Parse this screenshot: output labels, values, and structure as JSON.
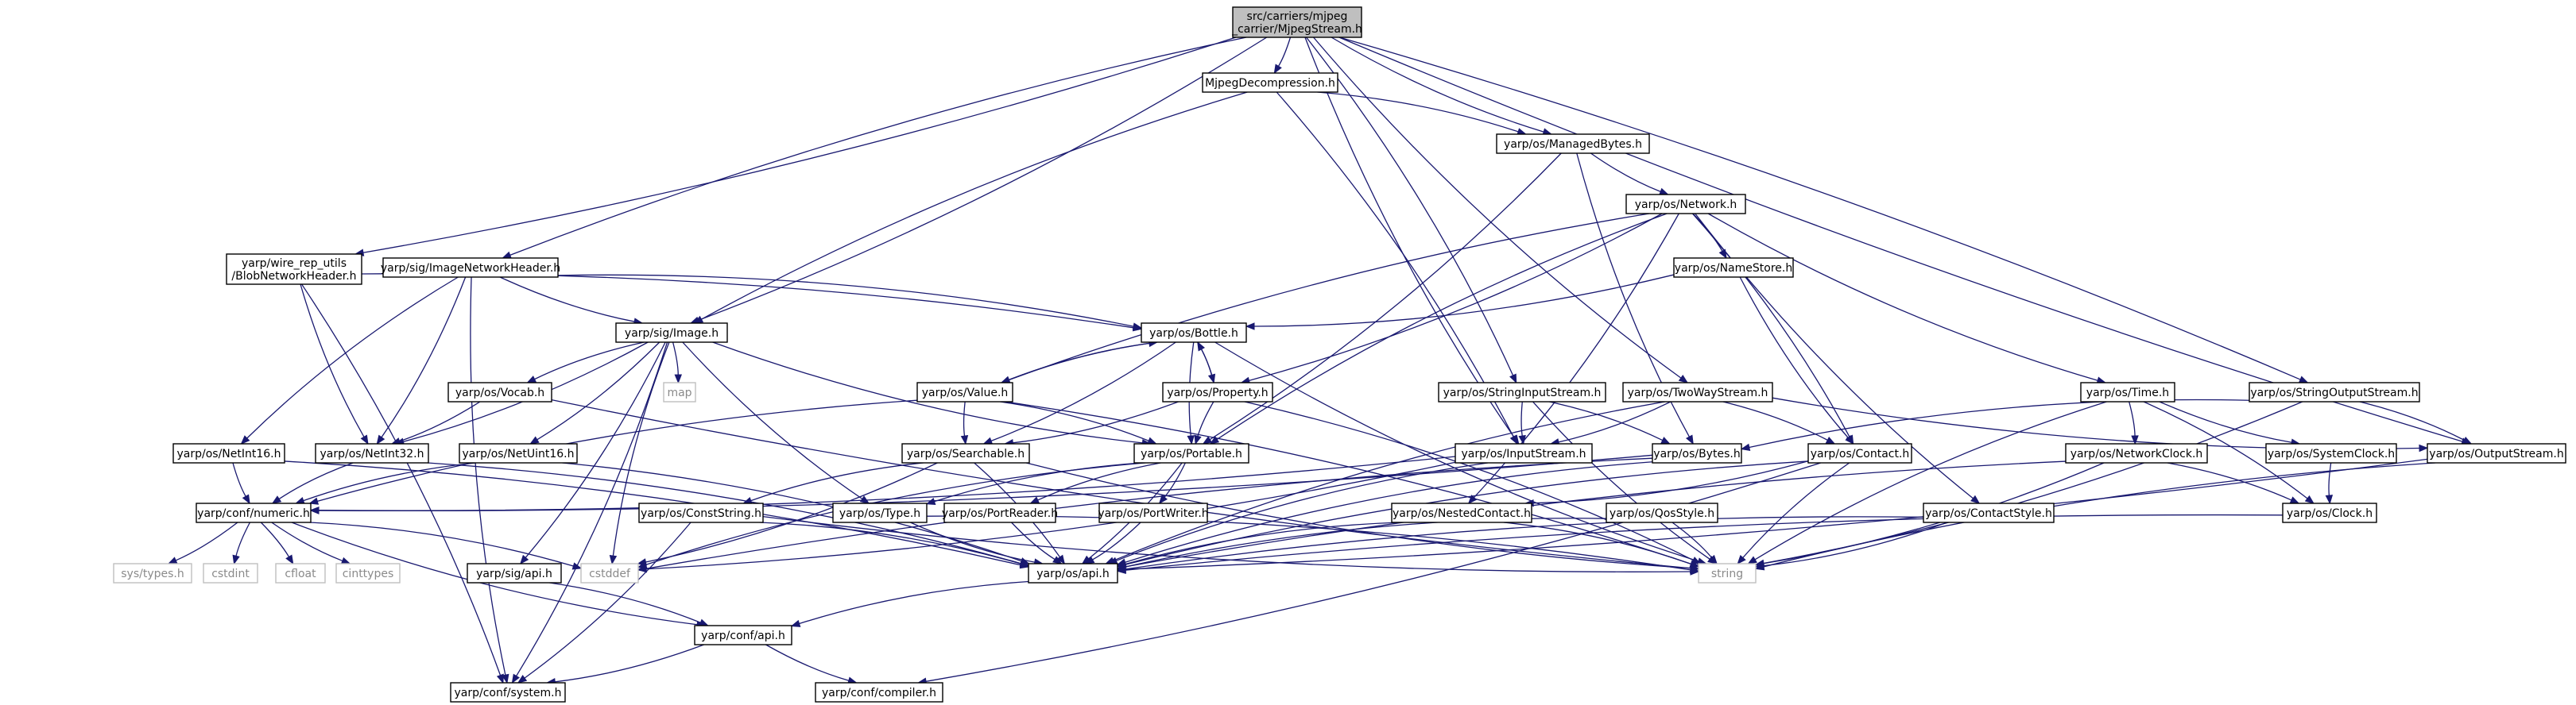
{
  "colors": {
    "edge": "#191970",
    "root_fill": "#bfbfbf",
    "node_border": "#000000",
    "missing_border": "#bfbfbf",
    "missing_text": "#8a8a8a"
  },
  "nodes": [
    {
      "id": "root",
      "label": [
        "src/carriers/mjpeg",
        "_carrier/MjpegStream.h"
      ],
      "kind": "root"
    },
    {
      "id": "mjpegdecomp",
      "label": [
        "MjpegDecompression.h"
      ],
      "kind": "file"
    },
    {
      "id": "managedbytes",
      "label": [
        "yarp/os/ManagedBytes.h"
      ],
      "kind": "file"
    },
    {
      "id": "network",
      "label": [
        "yarp/os/Network.h"
      ],
      "kind": "file"
    },
    {
      "id": "blobnet",
      "label": [
        "yarp/wire_rep_utils",
        "/BlobNetworkHeader.h"
      ],
      "kind": "file"
    },
    {
      "id": "imgnethdr",
      "label": [
        "yarp/sig/ImageNetworkHeader.h"
      ],
      "kind": "file"
    },
    {
      "id": "namestore",
      "label": [
        "yarp/os/NameStore.h"
      ],
      "kind": "file"
    },
    {
      "id": "image",
      "label": [
        "yarp/sig/Image.h"
      ],
      "kind": "file"
    },
    {
      "id": "bottle",
      "label": [
        "yarp/os/Bottle.h"
      ],
      "kind": "file"
    },
    {
      "id": "map",
      "label": [
        "map"
      ],
      "kind": "missing"
    },
    {
      "id": "vocab",
      "label": [
        "yarp/os/Vocab.h"
      ],
      "kind": "file"
    },
    {
      "id": "value",
      "label": [
        "yarp/os/Value.h"
      ],
      "kind": "file"
    },
    {
      "id": "property",
      "label": [
        "yarp/os/Property.h"
      ],
      "kind": "file"
    },
    {
      "id": "strinput",
      "label": [
        "yarp/os/StringInputStream.h"
      ],
      "kind": "file"
    },
    {
      "id": "twoway",
      "label": [
        "yarp/os/TwoWayStream.h"
      ],
      "kind": "file"
    },
    {
      "id": "time",
      "label": [
        "yarp/os/Time.h"
      ],
      "kind": "file"
    },
    {
      "id": "stroutput",
      "label": [
        "yarp/os/StringOutputStream.h"
      ],
      "kind": "file"
    },
    {
      "id": "netint16",
      "label": [
        "yarp/os/NetInt16.h"
      ],
      "kind": "file"
    },
    {
      "id": "netint32",
      "label": [
        "yarp/os/NetInt32.h"
      ],
      "kind": "file"
    },
    {
      "id": "netuint16",
      "label": [
        "yarp/os/NetUint16.h"
      ],
      "kind": "file"
    },
    {
      "id": "searchable",
      "label": [
        "yarp/os/Searchable.h"
      ],
      "kind": "file"
    },
    {
      "id": "portable",
      "label": [
        "yarp/os/Portable.h"
      ],
      "kind": "file"
    },
    {
      "id": "inputstream",
      "label": [
        "yarp/os/InputStream.h"
      ],
      "kind": "file"
    },
    {
      "id": "bytes",
      "label": [
        "yarp/os/Bytes.h"
      ],
      "kind": "file"
    },
    {
      "id": "contact",
      "label": [
        "yarp/os/Contact.h"
      ],
      "kind": "file"
    },
    {
      "id": "networkclock",
      "label": [
        "yarp/os/NetworkClock.h"
      ],
      "kind": "file"
    },
    {
      "id": "systemclock",
      "label": [
        "yarp/os/SystemClock.h"
      ],
      "kind": "file"
    },
    {
      "id": "outputstream",
      "label": [
        "yarp/os/OutputStream.h"
      ],
      "kind": "file"
    },
    {
      "id": "numeric",
      "label": [
        "yarp/conf/numeric.h"
      ],
      "kind": "file"
    },
    {
      "id": "conststring",
      "label": [
        "yarp/os/ConstString.h"
      ],
      "kind": "file"
    },
    {
      "id": "type",
      "label": [
        "yarp/os/Type.h"
      ],
      "kind": "file"
    },
    {
      "id": "portreader",
      "label": [
        "yarp/os/PortReader.h"
      ],
      "kind": "file"
    },
    {
      "id": "portwriter",
      "label": [
        "yarp/os/PortWriter.h"
      ],
      "kind": "file"
    },
    {
      "id": "nestedcontact",
      "label": [
        "yarp/os/NestedContact.h"
      ],
      "kind": "file"
    },
    {
      "id": "qosstyle",
      "label": [
        "yarp/os/QosStyle.h"
      ],
      "kind": "file"
    },
    {
      "id": "contactstyle",
      "label": [
        "yarp/os/ContactStyle.h"
      ],
      "kind": "file"
    },
    {
      "id": "clock",
      "label": [
        "yarp/os/Clock.h"
      ],
      "kind": "file"
    },
    {
      "id": "systypes",
      "label": [
        "sys/types.h"
      ],
      "kind": "missing"
    },
    {
      "id": "cstdint",
      "label": [
        "cstdint"
      ],
      "kind": "missing"
    },
    {
      "id": "cfloat",
      "label": [
        "cfloat"
      ],
      "kind": "missing"
    },
    {
      "id": "cinttypes",
      "label": [
        "cinttypes"
      ],
      "kind": "missing"
    },
    {
      "id": "sigapi",
      "label": [
        "yarp/sig/api.h"
      ],
      "kind": "file"
    },
    {
      "id": "cstddef",
      "label": [
        "cstddef"
      ],
      "kind": "missing"
    },
    {
      "id": "osapi",
      "label": [
        "yarp/os/api.h"
      ],
      "kind": "file"
    },
    {
      "id": "string",
      "label": [
        "string"
      ],
      "kind": "missing"
    },
    {
      "id": "confapi",
      "label": [
        "yarp/conf/api.h"
      ],
      "kind": "file"
    },
    {
      "id": "confsystem",
      "label": [
        "yarp/conf/system.h"
      ],
      "kind": "file"
    },
    {
      "id": "confcompiler",
      "label": [
        "yarp/conf/compiler.h"
      ],
      "kind": "file"
    }
  ],
  "edges": [
    [
      "root",
      "mjpegdecomp"
    ],
    [
      "root",
      "managedbytes"
    ],
    [
      "root",
      "blobnet"
    ],
    [
      "root",
      "imgnethdr"
    ],
    [
      "root",
      "image"
    ],
    [
      "root",
      "inputstream"
    ],
    [
      "root",
      "strinput"
    ],
    [
      "root",
      "twoway"
    ],
    [
      "root",
      "stroutput"
    ],
    [
      "root",
      "outputstream"
    ],
    [
      "mjpegdecomp",
      "managedbytes"
    ],
    [
      "mjpegdecomp",
      "image"
    ],
    [
      "mjpegdecomp",
      "inputstream"
    ],
    [
      "managedbytes",
      "network"
    ],
    [
      "managedbytes",
      "portable"
    ],
    [
      "managedbytes",
      "bytes"
    ],
    [
      "network",
      "namestore"
    ],
    [
      "network",
      "value"
    ],
    [
      "network",
      "property"
    ],
    [
      "network",
      "portable"
    ],
    [
      "network",
      "contact"
    ],
    [
      "network",
      "time"
    ],
    [
      "network",
      "nestedcontact"
    ],
    [
      "network",
      "contactstyle"
    ],
    [
      "namestore",
      "bottle"
    ],
    [
      "namestore",
      "contact"
    ],
    [
      "blobnet",
      "bottle"
    ],
    [
      "blobnet",
      "netint32"
    ],
    [
      "blobnet",
      "confsystem"
    ],
    [
      "imgnethdr",
      "image"
    ],
    [
      "imgnethdr",
      "bottle"
    ],
    [
      "imgnethdr",
      "netint16"
    ],
    [
      "imgnethdr",
      "netint32"
    ],
    [
      "imgnethdr",
      "confsystem"
    ],
    [
      "image",
      "netint32"
    ],
    [
      "image",
      "vocab"
    ],
    [
      "image",
      "netuint16"
    ],
    [
      "image",
      "portable"
    ],
    [
      "image",
      "map"
    ],
    [
      "image",
      "cstddef"
    ],
    [
      "image",
      "sigapi"
    ],
    [
      "image",
      "type"
    ],
    [
      "image",
      "confsystem"
    ],
    [
      "bottle",
      "value"
    ],
    [
      "bottle",
      "property"
    ],
    [
      "bottle",
      "portable"
    ],
    [
      "bottle",
      "searchable"
    ],
    [
      "bottle",
      "string"
    ],
    [
      "vocab",
      "netint32"
    ],
    [
      "vocab",
      "string"
    ],
    [
      "value",
      "bottle"
    ],
    [
      "value",
      "searchable"
    ],
    [
      "value",
      "portable"
    ],
    [
      "value",
      "numeric"
    ],
    [
      "value",
      "string"
    ],
    [
      "property",
      "bottle"
    ],
    [
      "property",
      "searchable"
    ],
    [
      "property",
      "portable"
    ],
    [
      "property",
      "string"
    ],
    [
      "strinput",
      "inputstream"
    ],
    [
      "strinput",
      "bytes"
    ],
    [
      "strinput",
      "string"
    ],
    [
      "twoway",
      "inputstream"
    ],
    [
      "twoway",
      "outputstream"
    ],
    [
      "twoway",
      "contact"
    ],
    [
      "twoway",
      "osapi"
    ],
    [
      "time",
      "networkclock"
    ],
    [
      "time",
      "systemclock"
    ],
    [
      "time",
      "clock"
    ],
    [
      "time",
      "string"
    ],
    [
      "stroutput",
      "outputstream"
    ],
    [
      "stroutput",
      "bytes"
    ],
    [
      "stroutput",
      "string"
    ],
    [
      "netint16",
      "numeric"
    ],
    [
      "netint16",
      "osapi"
    ],
    [
      "netint32",
      "numeric"
    ],
    [
      "netint32",
      "osapi"
    ],
    [
      "netuint16",
      "numeric"
    ],
    [
      "netuint16",
      "osapi"
    ],
    [
      "searchable",
      "conststring"
    ],
    [
      "searchable",
      "osapi"
    ],
    [
      "searchable",
      "string"
    ],
    [
      "searchable",
      "cstddef"
    ],
    [
      "portable",
      "portreader"
    ],
    [
      "portable",
      "portwriter"
    ],
    [
      "portable",
      "type"
    ],
    [
      "portable",
      "osapi"
    ],
    [
      "portable",
      "cstddef"
    ],
    [
      "inputstream",
      "numeric"
    ],
    [
      "inputstream",
      "osapi"
    ],
    [
      "inputstream",
      "cstddef"
    ],
    [
      "bytes",
      "osapi"
    ],
    [
      "bytes",
      "numeric"
    ],
    [
      "bytes",
      "cstddef"
    ],
    [
      "contact",
      "nestedcontact"
    ],
    [
      "contact",
      "string"
    ],
    [
      "contact",
      "confcompiler"
    ],
    [
      "contact",
      "osapi"
    ],
    [
      "networkclock",
      "clock"
    ],
    [
      "networkclock",
      "osapi"
    ],
    [
      "networkclock",
      "string"
    ],
    [
      "systemclock",
      "clock"
    ],
    [
      "outputstream",
      "osapi"
    ],
    [
      "outputstream",
      "string"
    ],
    [
      "numeric",
      "systypes"
    ],
    [
      "numeric",
      "cstdint"
    ],
    [
      "numeric",
      "cfloat"
    ],
    [
      "numeric",
      "cinttypes"
    ],
    [
      "numeric",
      "cstddef"
    ],
    [
      "numeric",
      "confapi"
    ],
    [
      "conststring",
      "osapi"
    ],
    [
      "conststring",
      "string"
    ],
    [
      "conststring",
      "confsystem"
    ],
    [
      "type",
      "osapi"
    ],
    [
      "type",
      "string"
    ],
    [
      "portreader",
      "osapi"
    ],
    [
      "portwriter",
      "osapi"
    ],
    [
      "nestedcontact",
      "osapi"
    ],
    [
      "nestedcontact",
      "string"
    ],
    [
      "qosstyle",
      "osapi"
    ],
    [
      "qosstyle",
      "string"
    ],
    [
      "contactstyle",
      "osapi"
    ],
    [
      "contactstyle",
      "string"
    ],
    [
      "clock",
      "osapi"
    ],
    [
      "sigapi",
      "confapi"
    ],
    [
      "osapi",
      "confapi"
    ],
    [
      "confapi",
      "confsystem"
    ],
    [
      "confapi",
      "confcompiler"
    ]
  ]
}
